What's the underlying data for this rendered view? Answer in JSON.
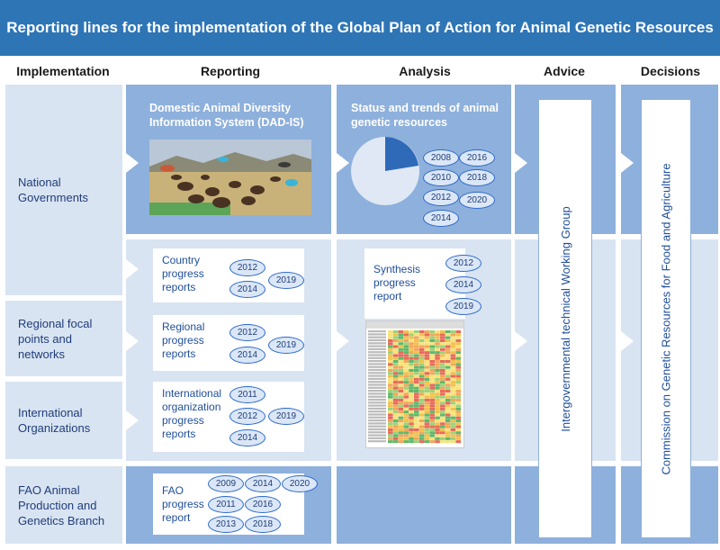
{
  "title": "Reporting lines for the implementation of the Global Plan of Action for Animal Genetic Resources",
  "columns": [
    "Implementation",
    "Reporting",
    "Analysis",
    "Advice",
    "Decisions"
  ],
  "implementation": {
    "national": "National Governments",
    "regional": "Regional focal points and networks",
    "international": "International Organizations",
    "fao": "FAO Animal Production and Genetics Branch"
  },
  "reporting": {
    "dadis_title": "Domestic Animal Diversity Information System (DAD-IS)",
    "country": "Country progress reports",
    "country_years": [
      "2012",
      "2014",
      "2019"
    ],
    "regional": "Regional progress reports",
    "regional_years": [
      "2012",
      "2014",
      "2019"
    ],
    "international": "International organization progress reports",
    "international_years": [
      "2011",
      "2012",
      "2014",
      "2019"
    ],
    "fao": "FAO progress report",
    "fao_years": [
      "2009",
      "2011",
      "2013",
      "2014",
      "2016",
      "2018",
      "2020"
    ]
  },
  "analysis": {
    "status_title": "Status and trends of animal genetic resources",
    "status_years": [
      "2008",
      "2010",
      "2012",
      "2014",
      "2016",
      "2018",
      "2020"
    ],
    "synthesis": "Synthesis progress report",
    "synthesis_years": [
      "2012",
      "2014",
      "2019"
    ]
  },
  "advice": {
    "label": "Intergovernmental technical Working Group"
  },
  "decisions": {
    "label": "Commission on Genetic Resources for Food and Agriculture"
  },
  "colors": {
    "title_bg": "#2e75b6",
    "light": "#d9e4f2",
    "blue": "#8eb0dc",
    "text": "#1f4e9a"
  }
}
